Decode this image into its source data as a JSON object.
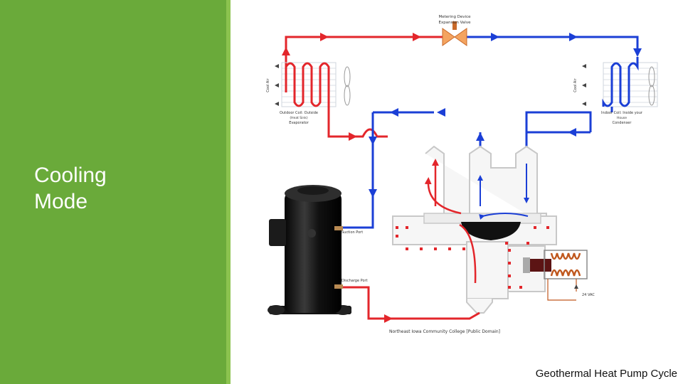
{
  "slide": {
    "title_line1": "Cooling",
    "title_line2": "Mode",
    "footer": "Geothermal Heat Pump Cycle"
  },
  "diagram": {
    "metering_device_line1": "Metering Device",
    "metering_device_line2": "Expansion Valve",
    "outdoor_coil_line1": "Outdoor Coil: Outside",
    "outdoor_coil_line2": "(Heat Sink)",
    "outdoor_coil_line3": "Evaporator",
    "indoor_coil_line1": "Indoor Coil: Inside your",
    "indoor_coil_line2": "House",
    "indoor_coil_line3": "Condenser",
    "outdoor_air_label": "Cool Air",
    "indoor_air_label": "Cool Air",
    "suction_port": "Suction Port",
    "discharge_port": "Discharge Port",
    "voltage_label": "24 VAC",
    "credit": "Northeast Iowa Community College [Public Domain]"
  },
  "colors": {
    "panel_green": "#6aaa3a",
    "hot_line": "#e3262b",
    "cold_line": "#1b3fd6",
    "valve": "#f4a460"
  }
}
